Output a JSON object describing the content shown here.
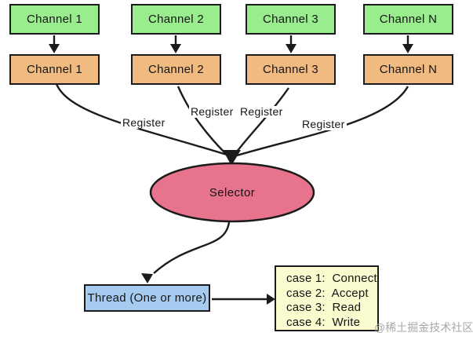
{
  "diagram": {
    "top_channels": [
      "Channel 1",
      "Channel 2",
      "Channel 3",
      "Channel N"
    ],
    "bottom_channels": [
      "Channel 1",
      "Channel 2",
      "Channel 3",
      "Channel N"
    ],
    "register_labels": [
      "Register",
      "Register",
      "Register",
      "Register"
    ],
    "selector_label": "Selector",
    "thread_label": "Thread (One or more)",
    "case_lines": [
      "case 1:  Connect",
      "case 2:  Accept",
      "case 3:  Read",
      "case 4:  Write"
    ],
    "watermark": "@稀土掘金技术社区",
    "colors": {
      "channel_top_fill": "#99ED8F",
      "channel_bottom_fill": "#F0BA81",
      "selector_fill": "#E7738C",
      "thread_fill": "#A6CBF0",
      "case_fill": "#FBFBD0",
      "line": "#1b1b1b",
      "watermark_text": "#a8a8a8"
    }
  }
}
